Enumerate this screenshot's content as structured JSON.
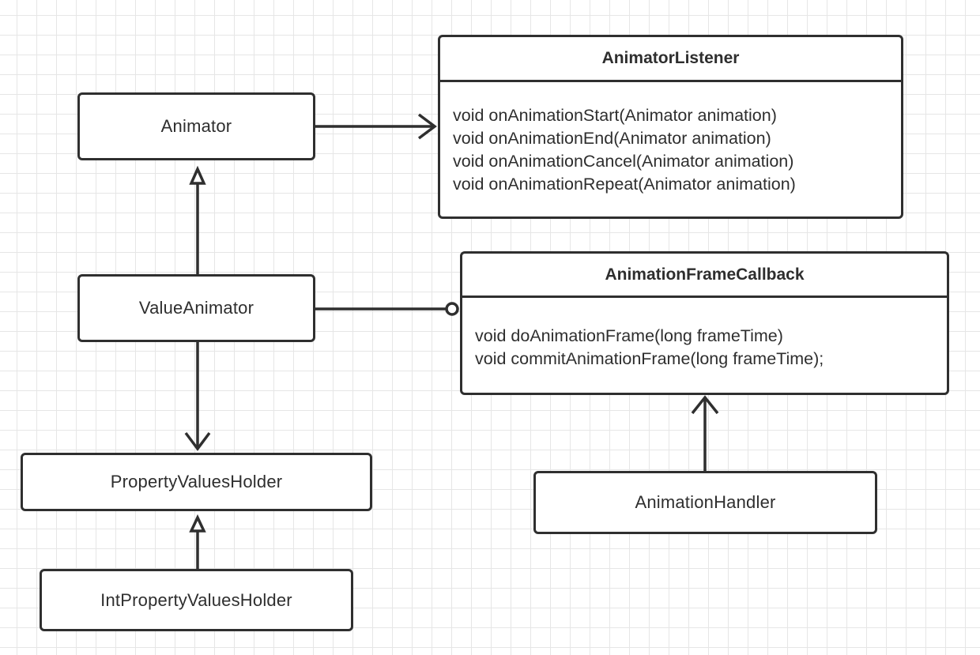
{
  "boxes": {
    "animator": "Animator",
    "value_animator": "ValueAnimator",
    "property_values_holder": "PropertyValuesHolder",
    "int_property_values_holder": "IntPropertyValuesHolder",
    "animation_handler": "AnimationHandler"
  },
  "animator_listener": {
    "title": "AnimatorListener",
    "methods": [
      "void onAnimationStart(Animator animation)",
      "void onAnimationEnd(Animator animation)",
      "void onAnimationCancel(Animator animation)",
      "void onAnimationRepeat(Animator animation)"
    ]
  },
  "animation_frame_callback": {
    "title": "AnimationFrameCallback",
    "methods": [
      "void doAnimationFrame(long frameTime)",
      "void commitAnimationFrame(long frameTime);"
    ]
  }
}
